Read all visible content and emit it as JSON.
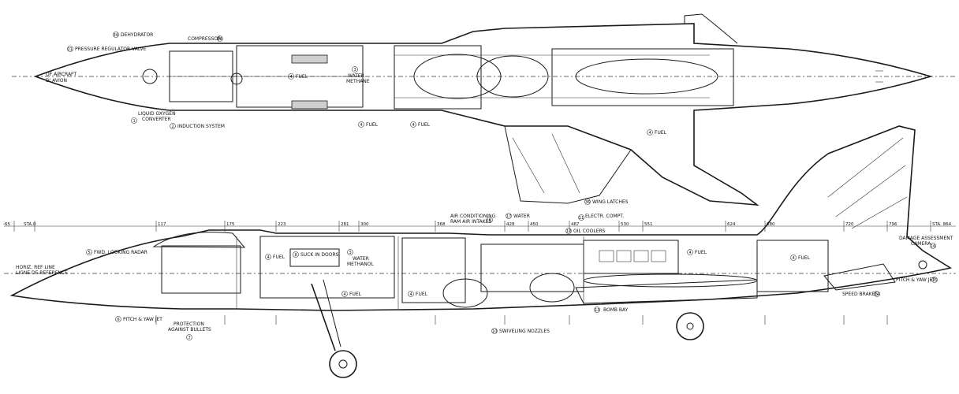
{
  "plan_labels": {
    "nose_line1": "OF AIRCRAFT",
    "nose_line2": "D' AVION",
    "dehydrator": "DEHYDRATOR",
    "dehydrator_num": "34",
    "compressor": "COMPRESSOR",
    "compressor_num": "24",
    "pressure_valve": "PRESSURE REGULATOR VALVE",
    "pressure_valve_num": "21",
    "lox_line1": "LIQUID OXYGEN",
    "lox_line2": "CONVERTER",
    "lox_num": "1",
    "induction": "INDUCTION SYSTEM",
    "induction_num": "2",
    "fuel": "FUEL",
    "fuel_num": "4",
    "water_line1": "WATER",
    "water_line2": "METHANE",
    "water_num": "3",
    "wing_latches": "WING LATCHES",
    "wing_latches_num": "36"
  },
  "side_labels": {
    "sta_values": [
      "-65",
      "STA.0",
      "117",
      "175",
      "223",
      "281",
      "300",
      "368",
      "428",
      "450",
      "487",
      "530",
      "551",
      "624",
      "680",
      "720",
      "796",
      "STA. 864"
    ],
    "fwd_radar": "FWD. LOOKING RADAR",
    "fwd_radar_num": "5",
    "horiz_line1": "HORIZ. REF LINE",
    "horiz_line2": "LIGNE DE REFERENCE",
    "fuel": "FUEL",
    "fuel_num": "4",
    "suck_in": "SUCK IN DOORS",
    "suck_in_num": "8",
    "water_line1": "WATER",
    "water_line2": "METHANOL",
    "water_num": "3",
    "ac_line1": "AIR CONDITIONING",
    "ac_line2": "RAM AIR INTAKES",
    "ac_num": "9",
    "water2": "WATER",
    "water2_num": "17",
    "electr": "ELECTR. COMPT.",
    "electr_num": "11",
    "oil": "OIL COOLERS",
    "oil_num": "12",
    "damage_line1": "DAMAGE ASSESSMENT",
    "damage_line2": "CAMERA",
    "damage_num": "16",
    "pitch_yaw_rear": "PITCH & YAW JET",
    "pitch_yaw_rear_num": "15",
    "speed_brakes": "SPEED BRAKES",
    "speed_brakes_num": "14",
    "bomb_bay": "BOMB BAY",
    "bomb_bay_num": "13",
    "nozzles": "SWIVELING NOZZLES",
    "nozzles_num": "10",
    "pitch_yaw_fwd": "PITCH & YAW JET",
    "pitch_yaw_fwd_num": "6",
    "protection_line1": "PROTECTION",
    "protection_line2": "AGAINST BULLETS",
    "protection_num": "7"
  }
}
